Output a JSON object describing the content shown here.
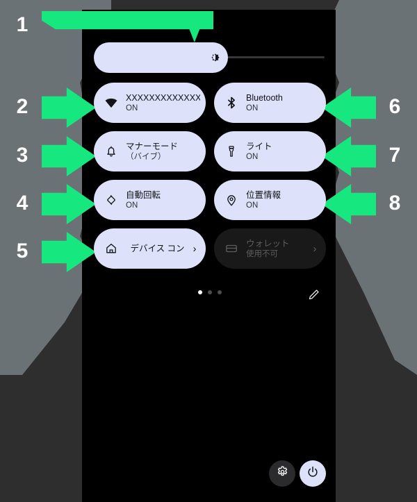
{
  "panel": {
    "brightness": {
      "icon": "brightness-icon",
      "value_percent": 58,
      "label": ""
    },
    "tiles": [
      {
        "id": "wifi",
        "icon": "wifi-icon",
        "label": "XXXXXXXXXXXXXX",
        "sub": "ON",
        "state": "enabled",
        "marker": "2"
      },
      {
        "id": "bluetooth",
        "icon": "bluetooth-icon",
        "label": "Bluetooth",
        "sub": "ON",
        "state": "enabled",
        "marker": "6"
      },
      {
        "id": "silent",
        "icon": "bell-icon",
        "label": "マナーモード",
        "sub": "（バイブ）",
        "state": "enabled",
        "marker": "3"
      },
      {
        "id": "flashlight",
        "icon": "flashlight-icon",
        "label": "ライト",
        "sub": "ON",
        "state": "enabled",
        "marker": "7"
      },
      {
        "id": "autorotate",
        "icon": "auto-rotate-icon",
        "label": "自動回転",
        "sub": "ON",
        "state": "enabled",
        "marker": "4"
      },
      {
        "id": "location",
        "icon": "location-pin-icon",
        "label": "位置情報",
        "sub": "ON",
        "state": "enabled",
        "marker": "8"
      },
      {
        "id": "devicecontrol",
        "icon": "home-icon",
        "label": "デバイス コン",
        "sub": "",
        "state": "enabled",
        "marker": "5",
        "chevron": "›"
      },
      {
        "id": "wallet",
        "icon": "wallet-card-icon",
        "label": "ウォレット",
        "sub": "使用不可",
        "state": "disabled",
        "marker": "",
        "chevron": "›"
      }
    ],
    "pager": {
      "total_pages": 3,
      "current_page": 1
    },
    "edit_icon": "pencil-edit-icon",
    "footer": {
      "settings_icon": "gear-icon",
      "power_icon": "power-icon"
    }
  },
  "callouts": {
    "numbers": [
      "1",
      "2",
      "3",
      "4",
      "5",
      "6",
      "7",
      "8"
    ],
    "marker_color": "#16e77e",
    "number_color": "#ffffff"
  },
  "colors": {
    "tile_active_bg": "#dde1f9",
    "tile_disabled_bg": "#191919",
    "panel_bg": "#000000",
    "page_bg": "#2e2e2e",
    "backdrop_gray": "#6b7275",
    "accent_green": "#16e77e"
  }
}
